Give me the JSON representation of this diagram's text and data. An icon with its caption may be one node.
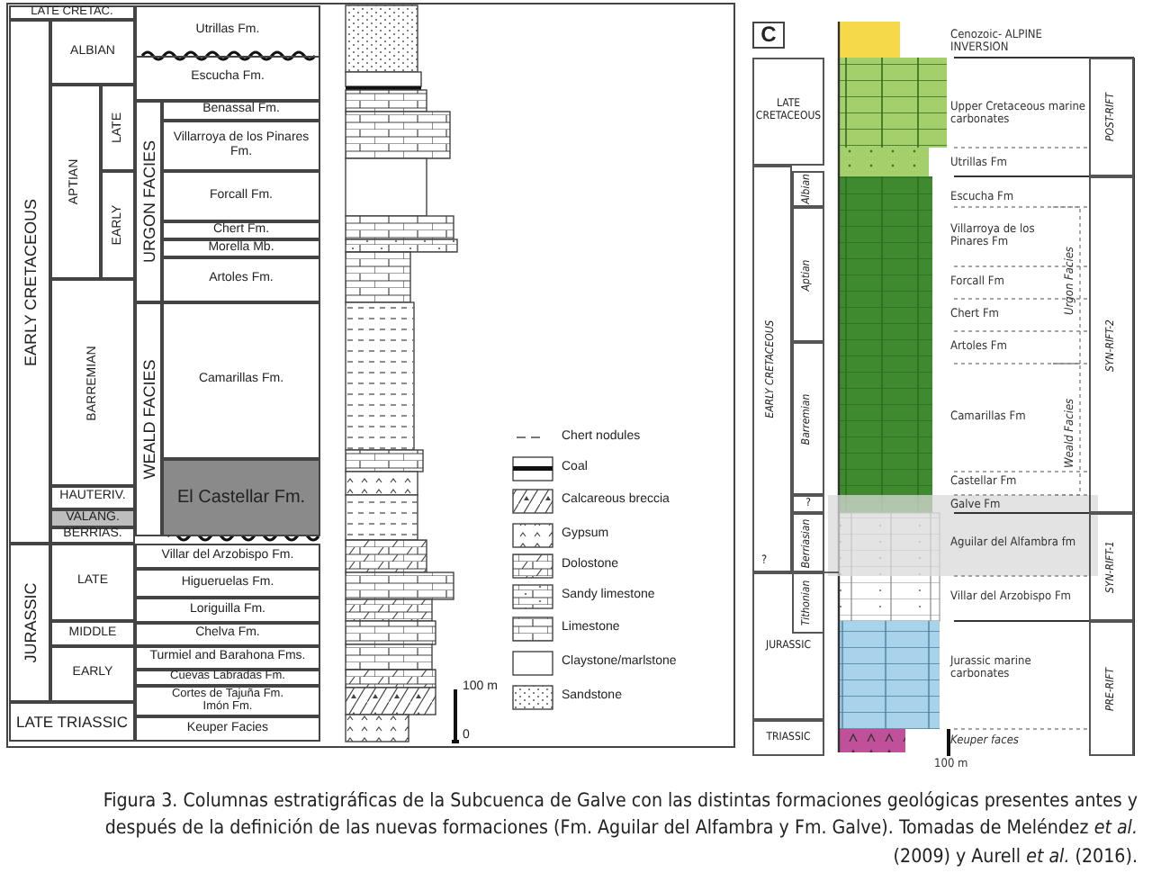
{
  "diagram": {
    "caption": "Figura 3. Columnas estratigráficas de la Subcuenca de Galve con las distintas formaciones geológicas presentes antes y después de la definición de las nuevas formaciones (Fm. Aguilar del Alfambra y Fm. Galve). Tomadas de Meléndez *et al.* (2009) y Aurell *et al.* (2016).",
    "nodes": [
      {
        "text": [
          "LATE CRETAC."
        ]
      },
      {
        "text": [
          "EARLY CRETACEOUS"
        ]
      },
      {
        "text": [
          "ALBIAN"
        ]
      },
      {
        "text": [
          "APTIAN"
        ]
      },
      {
        "text": [
          "LATE"
        ]
      },
      {
        "text": [
          "EARLY"
        ]
      },
      {
        "text": [
          "BARREMIAN"
        ]
      },
      {
        "text": [
          "HAUTERIV."
        ]
      },
      {
        "text": [
          "VALANG."
        ]
      },
      {
        "text": [
          "BERRIAS."
        ]
      },
      {
        "text": [
          "Utrillas Fm."
        ]
      },
      {
        "text": [
          "Escucha Fm."
        ]
      },
      {
        "text": [
          "URGON FACIES"
        ]
      },
      {
        "text": [
          "Benassal Fm."
        ]
      },
      {
        "text": [
          "Villarroya de los Pinares Fm."
        ]
      },
      {
        "text": [
          "Forcall Fm."
        ]
      },
      {
        "text": [
          "Chert Fm."
        ]
      },
      {
        "text": [
          "Morella Mb."
        ]
      },
      {
        "text": [
          "Artoles Fm."
        ]
      },
      {
        "text": [
          "WEALD FACIES"
        ]
      },
      {
        "text": [
          "Camarillas Fm."
        ]
      },
      {
        "text": [
          "El Castellar Fm."
        ]
      },
      {
        "text": [
          "JURASSIC"
        ]
      },
      {
        "text": [
          "LATE"
        ]
      },
      {
        "text": [
          "MIDDLE"
        ]
      },
      {
        "text": [
          "EARLY"
        ]
      },
      {
        "text": [
          "LATE TRIASSIC"
        ]
      },
      {
        "text": [
          "Villar del Arzobispo Fm."
        ]
      },
      {
        "text": [
          "Higueruelas Fm."
        ]
      },
      {
        "text": [
          "Loriguilla Fm."
        ]
      },
      {
        "text": [
          "Chelva Fm."
        ]
      },
      {
        "text": [
          "Turmiel and Barahona Fms."
        ]
      },
      {
        "text": [
          "Cuevas Labradas Fm."
        ]
      },
      {
        "text": [
          "Cortes de Tajuña Fm.",
          "Imón Fm."
        ]
      },
      {
        "text": [
          "Keuper Facies"
        ]
      },
      {
        "text": [
          "C"
        ]
      },
      {
        "text": [
          "LATE CRETACEOUS"
        ]
      },
      {
        "text": [
          "EARLY CRETACEOUS"
        ]
      },
      {
        "text": [
          "Albian"
        ]
      },
      {
        "text": [
          "Aptian"
        ]
      },
      {
        "text": [
          "Barremian"
        ]
      },
      {
        "text": [
          "?"
        ]
      },
      {
        "text": [
          "Berriasian"
        ]
      },
      {
        "text": [
          "Tithonian"
        ],
        "in": 44
      },
      {
        "text": [
          "JURASSIC"
        ]
      },
      {
        "text": [
          "TRIASSIC"
        ]
      },
      {
        "text": [
          "POST-RIFT"
        ]
      },
      {
        "text": [
          "SYN-RIFT-2"
        ]
      },
      {
        "text": [
          "SYN-RIFT-1"
        ]
      },
      {
        "text": [
          "PRE-RIFT"
        ]
      }
    ],
    "labels": [
      "100 m",
      "0",
      "Cenozoic- ALPINE INVERSION",
      "Upper Cretaceous marine carbonates",
      "Utrillas Fm",
      "Escucha Fm",
      "Villarroya de los Pinares Fm",
      "Forcall Fm",
      "Chert Fm",
      "Artoles Fm",
      "Camarillas Fm",
      "Castellar Fm",
      "Galve Fm",
      "Aguilar del Alfambra fm",
      "Villar del Arzobispo Fm",
      "Jurassic marine carbonates",
      "Keuper faces",
      "Urgon Facies",
      "Weald Facies",
      "?",
      "100 m"
    ],
    "legend": [
      {
        "text": "Chert nodules"
      },
      {
        "text": "Coal"
      },
      {
        "text": "Calcareous breccia"
      },
      {
        "text": "Gypsum"
      },
      {
        "text": "Dolostone"
      },
      {
        "text": "Sandy limestone"
      },
      {
        "text": "Limestone"
      },
      {
        "text": "Claystone/marlstone"
      },
      {
        "text": "Sandstone"
      }
    ]
  }
}
